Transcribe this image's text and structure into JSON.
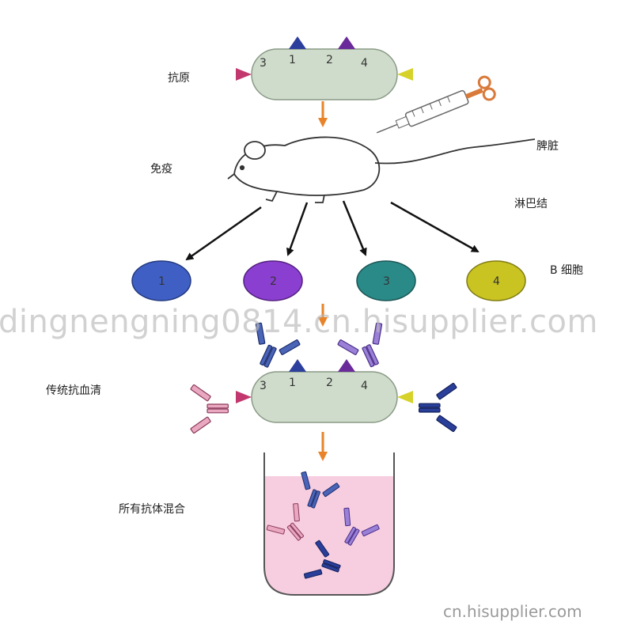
{
  "labels": {
    "antigen": "抗原",
    "immunize": "免疫",
    "spleen": "脾脏",
    "lymph_node": "淋巴结",
    "b_cell": "B 细胞",
    "serum": "传统抗血清",
    "mixture": "所有抗体混合"
  },
  "epitopes": [
    "3",
    "1",
    "2",
    "4"
  ],
  "b_cells": [
    {
      "label": "1",
      "color": "#3f5fc4"
    },
    {
      "label": "2",
      "color": "#8a3fd1"
    },
    {
      "label": "3",
      "color": "#2a8a88"
    },
    {
      "label": "4",
      "color": "#c9c422"
    }
  ],
  "colors": {
    "cell_body": "#cfdccb",
    "flow_arrow": "#e8832a",
    "tube_fill": "#f7cde0",
    "epitope_1": "#2d3f9c",
    "epitope_2": "#6a2a9a",
    "epitope_3": "#c2386e",
    "epitope_4": "#d6d22a"
  },
  "watermark": {
    "main": "dingnengning0814.cn.hisupplier.com",
    "corner": "cn.hisupplier.com"
  }
}
